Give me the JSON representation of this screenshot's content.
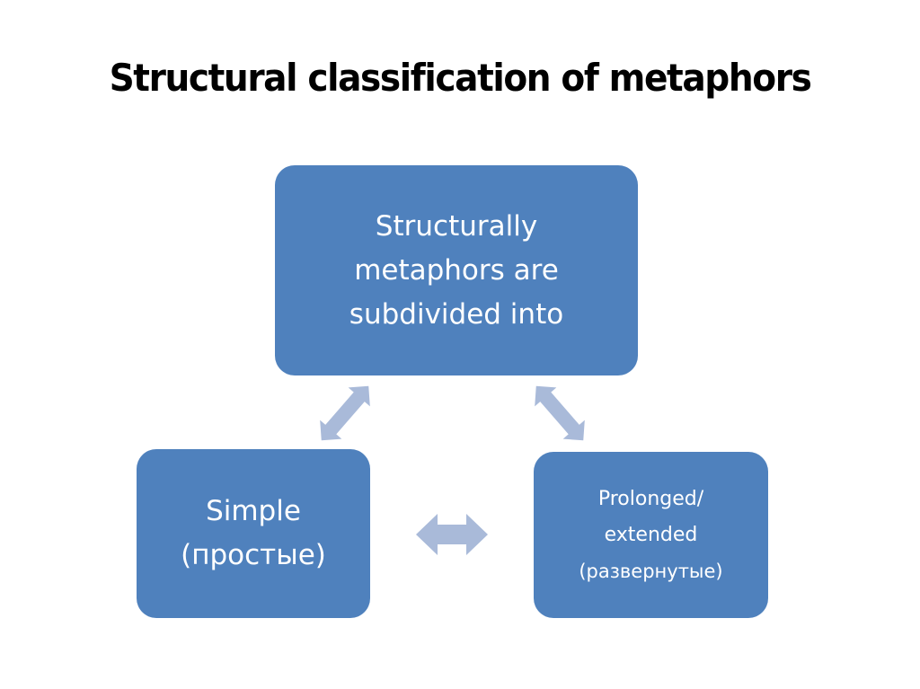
{
  "slide": {
    "title": "Structural classification of metaphors"
  },
  "diagram": {
    "top_box": {
      "lines": [
        "Structurally",
        "metaphors are",
        "subdivided into"
      ]
    },
    "left_box": {
      "lines": [
        "Simple",
        "(простые)"
      ]
    },
    "right_box": {
      "lines": [
        "Prolonged/",
        "extended",
        "(развернутые)"
      ]
    },
    "connectors": [
      {
        "from": "top_box",
        "to": "left_box",
        "type": "double-arrow"
      },
      {
        "from": "top_box",
        "to": "right_box",
        "type": "double-arrow"
      },
      {
        "from": "left_box",
        "to": "right_box",
        "type": "double-arrow"
      }
    ],
    "colors": {
      "box_fill": "#4f81bd",
      "box_text": "#ffffff",
      "arrow_fill": "#a9bad9"
    }
  }
}
